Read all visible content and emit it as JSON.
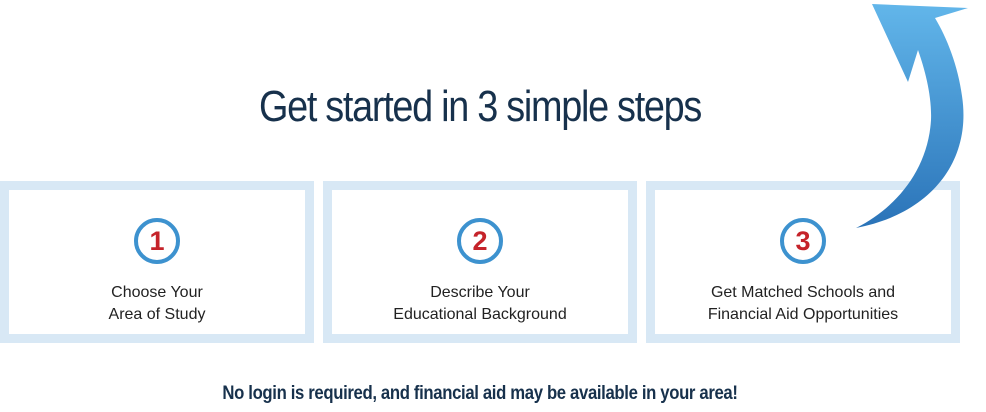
{
  "headline": "Get started in 3 simple steps",
  "steps": [
    {
      "number": "1",
      "line1": "Choose Your",
      "line2": "Area of Study"
    },
    {
      "number": "2",
      "line1": "Describe Your",
      "line2": "Educational Background"
    },
    {
      "number": "3",
      "line1": "Get Matched Schools and",
      "line2": "Financial Aid Opportunities"
    }
  ],
  "footer_note": "No login is required, and financial aid may be available in your area!",
  "colors": {
    "headline": "#17314c",
    "card_border": "#d8e8f5",
    "number_ring": "#3d92cf",
    "number_text": "#c5232a",
    "arrow_light": "#5fb3e8",
    "arrow_dark": "#2a73b8"
  },
  "icons": {
    "arrow": "curved-arrow-up-icon"
  }
}
